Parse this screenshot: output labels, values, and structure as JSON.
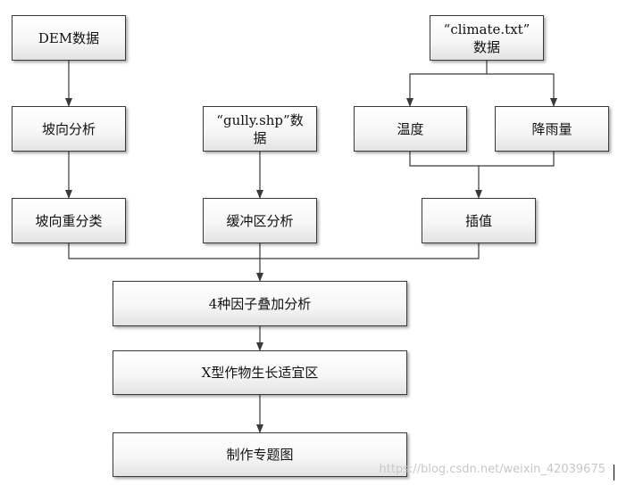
{
  "nodes": {
    "dem": "DEM数据",
    "slope_aspect": "坡向分析",
    "slope_reclass": "坡向重分类",
    "gully_line1": "“gully.shp”数",
    "gully_line2": "据",
    "buffer": "缓冲区分析",
    "climate_line1": "“climate.txt”",
    "climate_line2": "数据",
    "temperature": "温度",
    "rainfall": "降雨量",
    "interpolation": "插值",
    "overlay": "4种因子叠加分析",
    "suitable_area": "X型作物生长适宜区",
    "thematic_map": "制作专题图"
  },
  "watermark": "https://blog.csdn.net/weixin_42039675"
}
